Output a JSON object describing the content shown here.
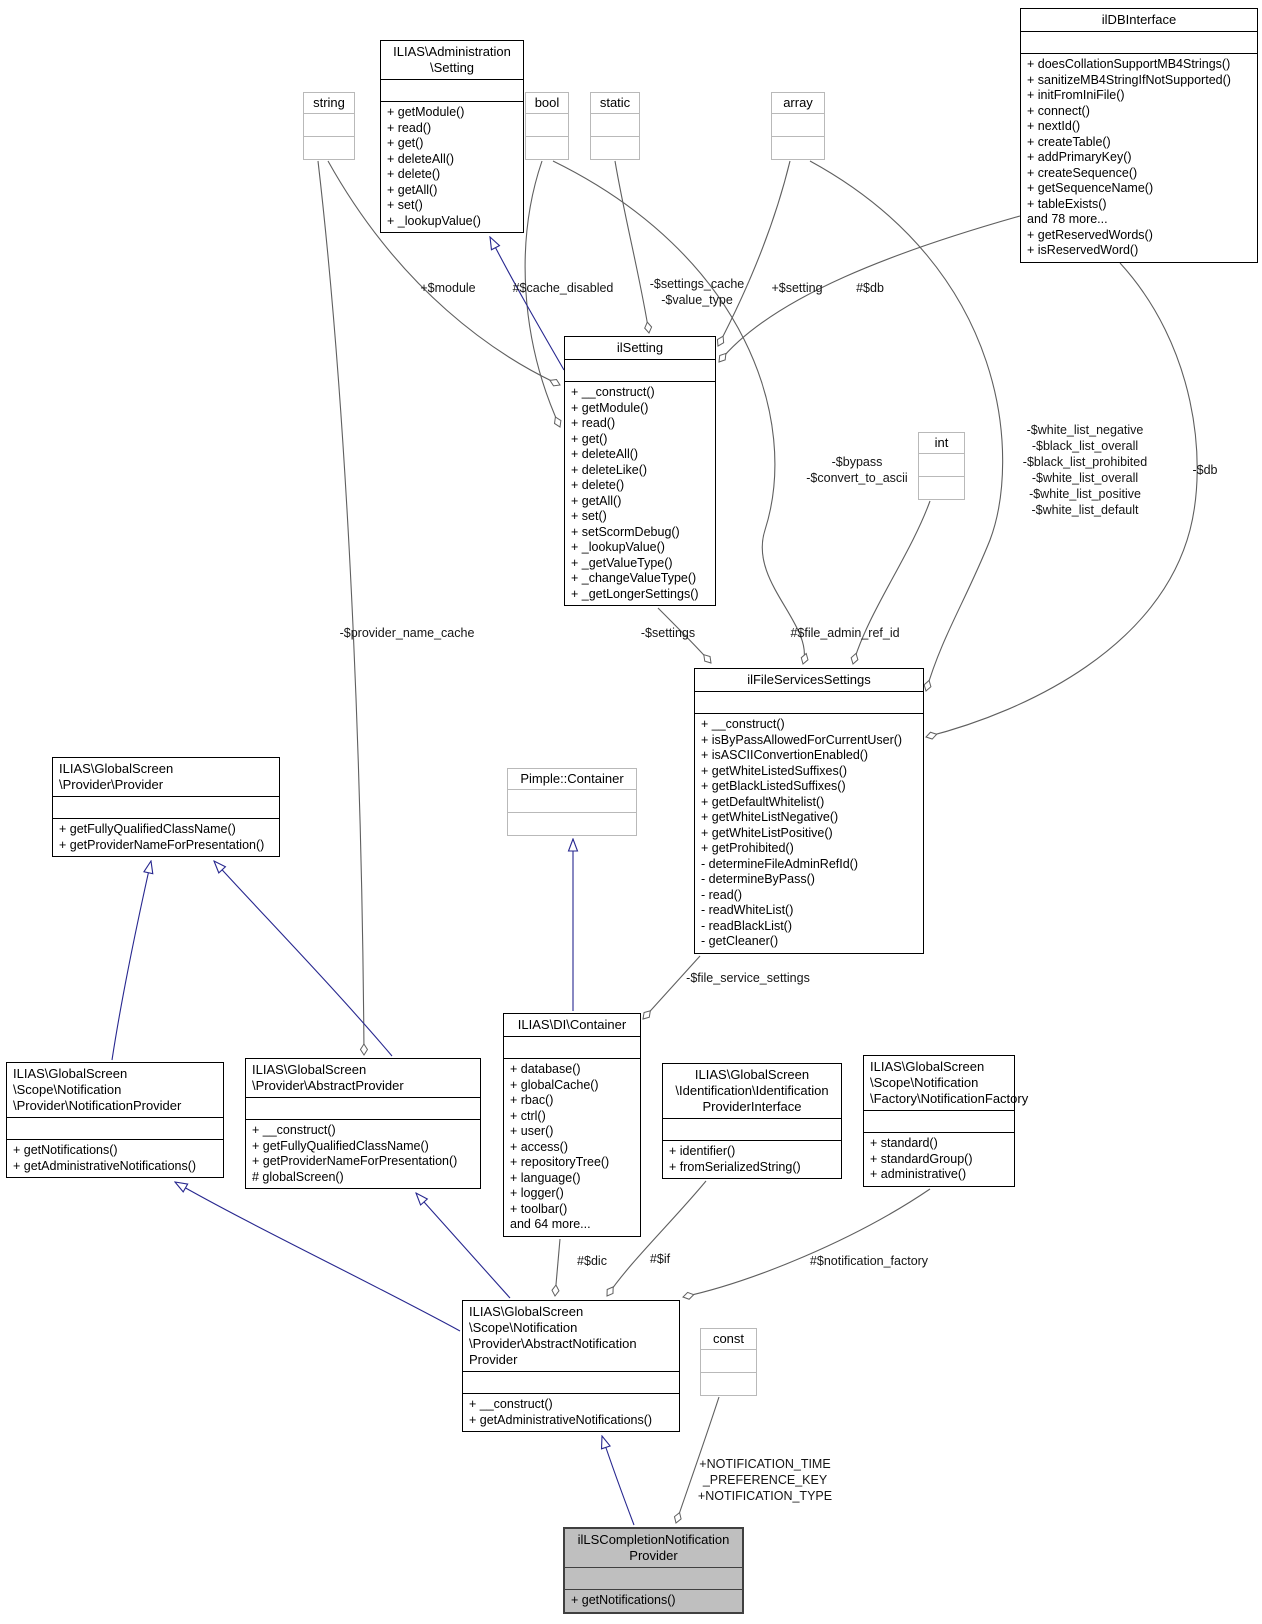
{
  "colors": {
    "node_border": "#000000",
    "external_node_border": "#b9b9b9",
    "usage_edge": "#5f5f5f",
    "inheritance_edge": "#27278f",
    "current_node_fill": "#bfbfbf"
  },
  "classes": [
    {
      "name": "ilDBInterface",
      "title": [
        "ilDBInterface"
      ],
      "methods": [
        "+ doesCollationSupportMB4Strings()",
        "+ sanitizeMB4StringIfNotSupported()",
        "+ initFromIniFile()",
        "+ connect()",
        "+ nextId()",
        "+ createTable()",
        "+ addPrimaryKey()",
        "+ createSequence()",
        "+ getSequenceName()",
        "+ tableExists()",
        "and 78 more...",
        "+ getReservedWords()",
        "+ isReservedWord()"
      ]
    },
    {
      "name": "ILIAS Administration Setting",
      "title": [
        "ILIAS\\Administration",
        "\\Setting"
      ],
      "methods": [
        "+ getModule()",
        "+ read()",
        "+ get()",
        "+ deleteAll()",
        "+ delete()",
        "+ getAll()",
        "+ set()",
        "+ _lookupValue()"
      ]
    },
    {
      "name": "string",
      "title": [
        "string"
      ],
      "methods": []
    },
    {
      "name": "bool",
      "title": [
        "bool"
      ],
      "methods": []
    },
    {
      "name": "static",
      "title": [
        "static"
      ],
      "methods": []
    },
    {
      "name": "array",
      "title": [
        "array"
      ],
      "methods": []
    },
    {
      "name": "ilSetting",
      "title": [
        "ilSetting"
      ],
      "methods": [
        "+ __construct()",
        "+ getModule()",
        "+ read()",
        "+ get()",
        "+ deleteAll()",
        "+ deleteLike()",
        "+ delete()",
        "+ getAll()",
        "+ set()",
        "+ setScormDebug()",
        "+ _lookupValue()",
        "+ _getValueType()",
        "+ _changeValueType()",
        "+ _getLongerSettings()"
      ]
    },
    {
      "name": "int",
      "title": [
        "int"
      ],
      "methods": []
    },
    {
      "name": "ilFileServicesSettings",
      "title": [
        "ilFileServicesSettings"
      ],
      "methods": [
        "+ __construct()",
        "+ isByPassAllowedForCurrentUser()",
        "+ isASCIIConvertionEnabled()",
        "+ getWhiteListedSuffixes()",
        "+ getBlackListedSuffixes()",
        "+ getDefaultWhitelist()",
        "+ getWhiteListNegative()",
        "+ getWhiteListPositive()",
        "+ getProhibited()",
        "- determineFileAdminRefId()",
        "- determineByPass()",
        "- read()",
        "- readWhiteList()",
        "- readBlackList()",
        "- getCleaner()"
      ]
    },
    {
      "name": "ILIAS GlobalScreen Provider Provider",
      "title": [
        "ILIAS\\GlobalScreen",
        "\\Provider\\Provider"
      ],
      "methods": [
        "+ getFullyQualifiedClassName()",
        "+ getProviderNameForPresentation()"
      ]
    },
    {
      "name": "Pimple Container",
      "title": [
        "Pimple::Container"
      ],
      "methods": []
    },
    {
      "name": "ILIAS DI Container",
      "title": [
        "ILIAS\\DI\\Container"
      ],
      "methods": [
        "+ database()",
        "+ globalCache()",
        "+ rbac()",
        "+ ctrl()",
        "+ user()",
        "+ access()",
        "+ repositoryTree()",
        "+ language()",
        "+ logger()",
        "+ toolbar()",
        "and 64 more..."
      ]
    },
    {
      "name": "NotificationProvider",
      "title": [
        "ILIAS\\GlobalScreen",
        "\\Scope\\Notification",
        "\\Provider\\NotificationProvider"
      ],
      "methods": [
        "+ getNotifications()",
        "+ getAdministrativeNotifications()"
      ]
    },
    {
      "name": "AbstractProvider",
      "title": [
        "ILIAS\\GlobalScreen",
        "\\Provider\\AbstractProvider"
      ],
      "methods": [
        "+ __construct()",
        "+ getFullyQualifiedClassName()",
        "+ getProviderNameForPresentation()",
        "# globalScreen()"
      ]
    },
    {
      "name": "IdentificationProviderInterface",
      "title": [
        "ILIAS\\GlobalScreen",
        "\\Identification\\Identification",
        "ProviderInterface"
      ],
      "methods": [
        "+ identifier()",
        "+ fromSerializedString()"
      ]
    },
    {
      "name": "NotificationFactory",
      "title": [
        "ILIAS\\GlobalScreen",
        "\\Scope\\Notification",
        "\\Factory\\NotificationFactory"
      ],
      "methods": [
        "+ standard()",
        "+ standardGroup()",
        "+ administrative()"
      ]
    },
    {
      "name": "AbstractNotificationProvider",
      "title": [
        "ILIAS\\GlobalScreen",
        "\\Scope\\Notification",
        "\\Provider\\AbstractNotification",
        "Provider"
      ],
      "methods": [
        "+ __construct()",
        "+ getAdministrativeNotifications()"
      ]
    },
    {
      "name": "const",
      "title": [
        "const"
      ],
      "methods": []
    },
    {
      "name": "ilLSCompletionNotificationProvider",
      "title": [
        "ilLSCompletionNotification",
        "Provider"
      ],
      "methods": [
        "+ getNotifications()"
      ]
    }
  ],
  "edge_labels": [
    {
      "text": "+$module"
    },
    {
      "text": "#$cache_disabled"
    },
    {
      "text": "-$settings_cache\n-$value_type"
    },
    {
      "text": "+$setting"
    },
    {
      "text": "#$db"
    },
    {
      "text": "-$bypass\n-$convert_to_ascii"
    },
    {
      "text": "-$white_list_negative\n-$black_list_overall\n-$black_list_prohibited\n-$white_list_overall\n-$white_list_positive\n-$white_list_default"
    },
    {
      "text": "-$db"
    },
    {
      "text": "-$provider_name_cache"
    },
    {
      "text": "-$settings"
    },
    {
      "text": "#$file_admin_ref_id"
    },
    {
      "text": "-$file_service_settings"
    },
    {
      "text": "#$dic"
    },
    {
      "text": "#$if"
    },
    {
      "text": "#$notification_factory"
    },
    {
      "text": "+NOTIFICATION_TIME\n_PREFERENCE_KEY\n+NOTIFICATION_TYPE"
    }
  ]
}
